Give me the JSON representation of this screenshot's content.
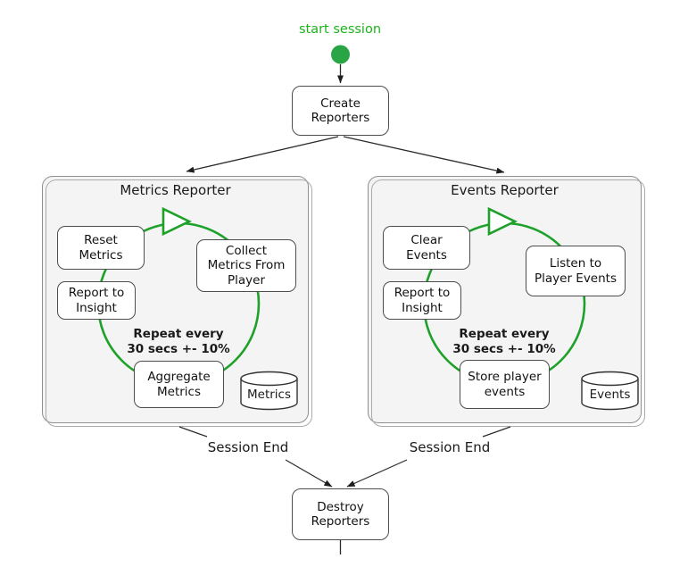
{
  "colors": {
    "loop_green": "#1ea12a",
    "node_green": "#2aa545",
    "label_green": "#1db31d",
    "panel_bg": "#f4f4f4",
    "connector_black": "#2b2b2b"
  },
  "start": {
    "label": "start session"
  },
  "create_node": {
    "label": "Create\nReporters"
  },
  "destroy_node": {
    "label": "Destroy\nReporters"
  },
  "metrics_panel": {
    "title": "Metrics Reporter",
    "reset": "Reset\nMetrics",
    "collect": "Collect\nMetrics From\nPlayer",
    "report": "Report to\nInsight",
    "repeat": "Repeat every\n30 secs +- 10%",
    "aggregate": "Aggregate\nMetrics",
    "database": "Metrics",
    "exit_label": "Session End"
  },
  "events_panel": {
    "title": "Events Reporter",
    "clear": "Clear\nEvents",
    "listen": "Listen to\nPlayer Events",
    "report": "Report to\nInsight",
    "repeat": "Repeat every\n30 secs +- 10%",
    "store": "Store player\nevents",
    "database": "Events",
    "exit_label": "Session End"
  }
}
